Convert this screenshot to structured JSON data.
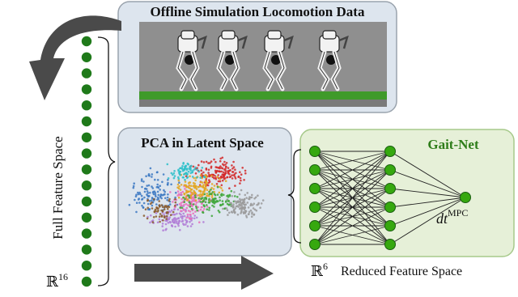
{
  "top_panel": {
    "title": "Offline Simulation Locomotion Data"
  },
  "pca_panel": {
    "title": "PCA in Latent Space"
  },
  "gaitnet_panel": {
    "title": "Gait-Net",
    "output_base": "dt",
    "output_sup": "MPC"
  },
  "left_column": {
    "axis_label": "Full Feature Space",
    "space_base": "ℝ",
    "space_sup": "16",
    "node_count": 16
  },
  "reduced": {
    "space_base": "ℝ",
    "space_sup": "6",
    "label": "Reduced Feature Space"
  },
  "network": {
    "layers": [
      6,
      6,
      1
    ]
  },
  "colors": {
    "panel_fill": "#dde5ee",
    "panel_stroke": "#9aa3ad",
    "green_panel_fill": "#e6f0d8",
    "green_panel_stroke": "#a6c98a",
    "node": "#36a80f",
    "dark_node": "#1f7a1a",
    "arrow": "#4a4a4a"
  },
  "icons": {
    "big_arrow": "curved-arrow-icon",
    "right_arrow": "right-arrow-icon"
  }
}
